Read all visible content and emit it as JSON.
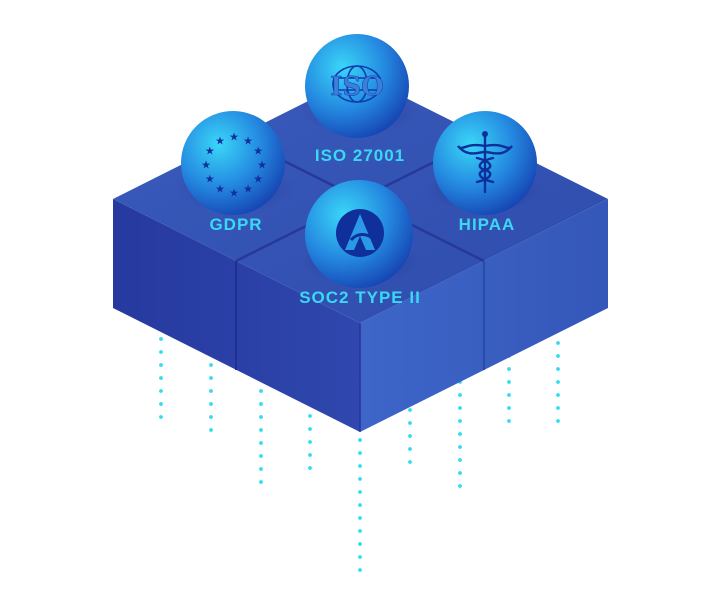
{
  "badges": {
    "iso": {
      "label": "ISO 27001",
      "emblem_text": "ISO",
      "icon": "iso-globe-icon"
    },
    "gdpr": {
      "label": "GDPR",
      "icon": "eu-stars-icon"
    },
    "hipaa": {
      "label": "HIPAA",
      "icon": "caduceus-icon"
    },
    "soc2": {
      "label": "SOC2 TYPE II",
      "icon": "aicpa-icon"
    }
  },
  "colors": {
    "tile_top": "#3355b4",
    "tile_left": "#2b40a8",
    "tile_right": "#3a62c6",
    "sphere_light": "#38d2f7",
    "sphere_dark": "#1542b4",
    "label": "#3ad8f2",
    "dots": "#33dcef"
  }
}
